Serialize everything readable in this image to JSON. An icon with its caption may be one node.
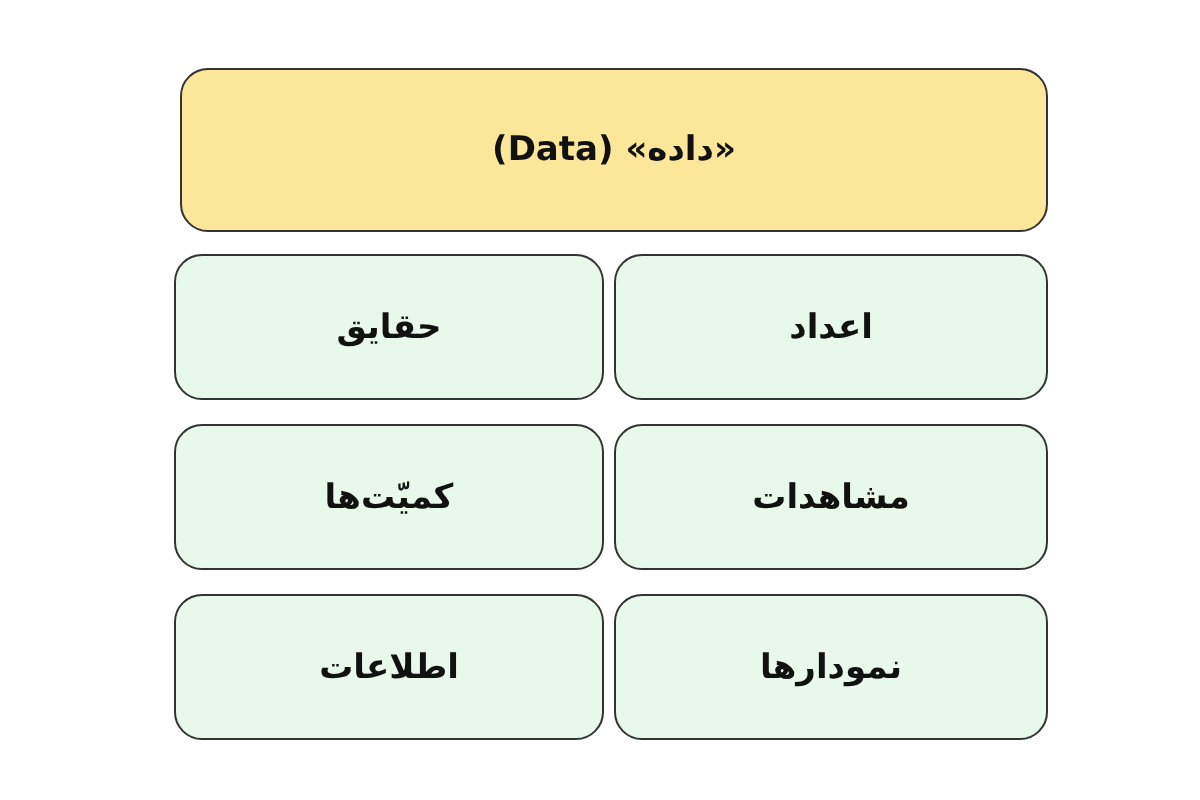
{
  "diagram": {
    "nodes": [
      {
        "text": [
          "«داده» (Data)"
        ]
      },
      {
        "text": [
          "اعداد"
        ]
      },
      {
        "text": [
          "حقایق"
        ]
      },
      {
        "text": [
          "مشاهدات"
        ]
      },
      {
        "text": [
          "کمیّت‌ها"
        ]
      },
      {
        "text": [
          "نمودارها"
        ]
      },
      {
        "text": [
          "اطلاعات"
        ]
      }
    ]
  }
}
